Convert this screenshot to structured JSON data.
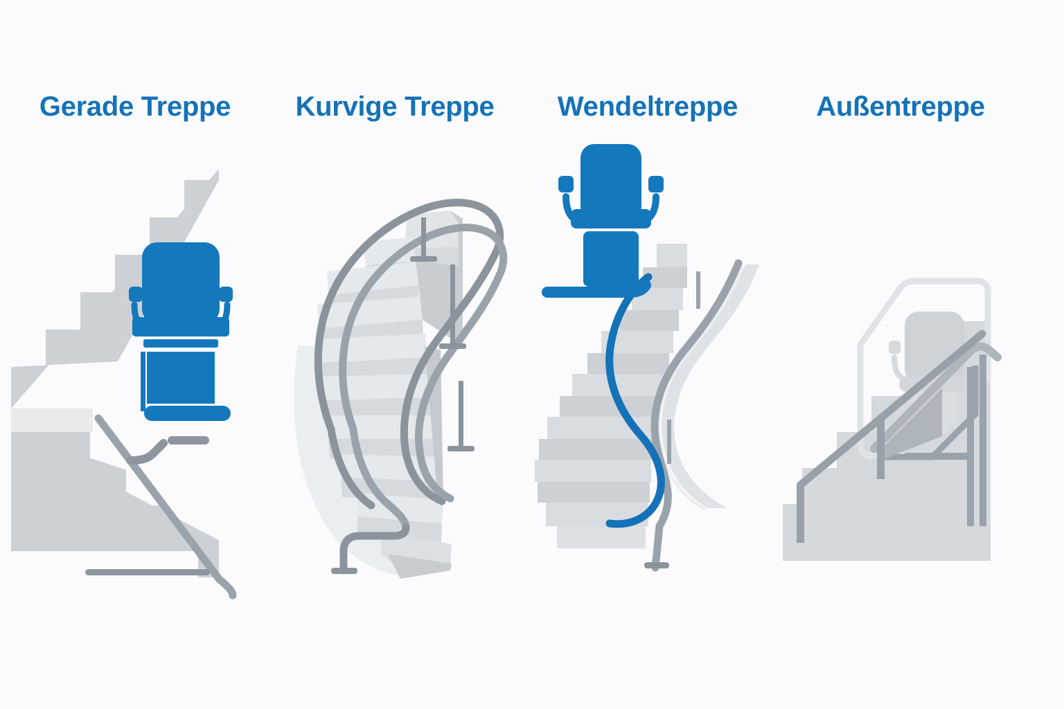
{
  "page": {
    "background_color": "#fbfbfd",
    "accent_blue": "#1472b8",
    "chair_blue": "#1478bd",
    "stair_gray": "#cdd0d4",
    "stair_gray_light": "#dfe2e5",
    "stair_gray_lighter": "#e8eaec",
    "rail_gray": "#9aa3ab",
    "rail_gray_dark": "#7f8890",
    "hood_gray": "#e3e6e9"
  },
  "columns": [
    {
      "id": "gerade-treppe",
      "title": "Gerade Treppe",
      "illustration": "straight-staircase-with-blue-stairlift-chair",
      "has_blue_chair": true,
      "has_blue_rail": false
    },
    {
      "id": "kurvige-treppe",
      "title": "Kurvige Treppe",
      "illustration": "curved-staircase-with-sweeping-gray-handrails",
      "has_blue_chair": false,
      "has_blue_rail": false
    },
    {
      "id": "wendeltreppe",
      "title": "Wendeltreppe",
      "illustration": "spiral-staircase-with-blue-curved-rail-and-blue-chair",
      "has_blue_chair": true,
      "has_blue_rail": true
    },
    {
      "id": "aussentreppe",
      "title": "Außentreppe",
      "illustration": "outdoor-staircase-with-weather-hood-and-gray-chair",
      "has_blue_chair": false,
      "has_blue_rail": false
    }
  ]
}
